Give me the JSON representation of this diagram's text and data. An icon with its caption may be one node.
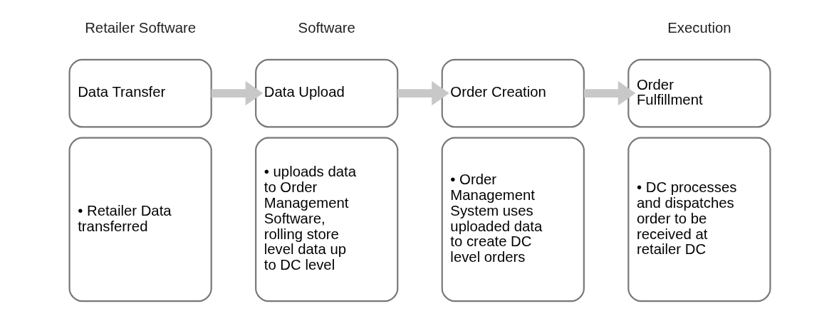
{
  "diagram": {
    "nodes": [
      {
        "text": [
          "Data Transfer"
        ]
      },
      {
        "text": [
          "• Retailer Data transferred"
        ]
      },
      {
        "text": [
          "Data Upload"
        ]
      },
      {
        "text": [
          "• uploads data to Order Management Software, rolling store level data up to DC level"
        ]
      },
      {
        "text": [
          "Order Creation"
        ]
      },
      {
        "text": [
          "• Order Management System uses uploaded data to create DC level orders"
        ]
      },
      {
        "text": [
          "Order Fulfillment"
        ]
      },
      {
        "text": [
          "• DC processes and dispatches order to be received at retailer DC"
        ]
      }
    ],
    "edges": [
      {
        "from": 0,
        "to": 2,
        "arrow": "to"
      },
      {
        "from": 2,
        "to": 4,
        "arrow": "to"
      },
      {
        "from": 4,
        "to": 6,
        "arrow": "to"
      }
    ],
    "labels": [
      "Retailer Software",
      "Software",
      "Execution"
    ]
  }
}
